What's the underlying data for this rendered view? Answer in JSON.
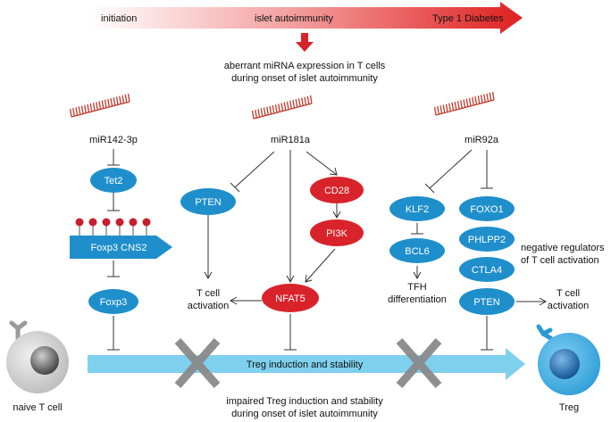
{
  "timeline": {
    "initiation": "initiation",
    "islet": "islet autoimmunity",
    "t1d": "Type 1 Diabetes"
  },
  "aberrant": {
    "line1": "aberrant miRNA expression in T cells",
    "line2": "during onset of islet autoimmunity"
  },
  "mirnas": {
    "mir142": "miR142-3p",
    "mir181": "miR181a",
    "mir92": "miR92a"
  },
  "nodes": {
    "tet2": "Tet2",
    "foxp3_cns2": "Foxp3 CNS2",
    "foxp3": "Foxp3",
    "pten_left": "PTEN",
    "cd28": "CD28",
    "pi3k": "PI3K",
    "nfat5": "NFAT5",
    "klf2": "KLF2",
    "bcl6": "BCL6",
    "foxo1": "FOXO1",
    "phlpp2": "PHLPP2",
    "ctla4": "CTLA4",
    "pten_right": "PTEN"
  },
  "outcomes": {
    "tcell_act_left_1": "T cell",
    "tcell_act_left_2": "activation",
    "tfh_1": "TFH",
    "tfh_2": "differentiation",
    "neg_reg_1": "negative regulators",
    "neg_reg_2": "of T cell activation",
    "tcell_act_right_1": "T cell",
    "tcell_act_right_2": "activation"
  },
  "bottom": {
    "treg_bar": "Treg induction and stability",
    "impaired_1": "impaired Treg induction and stability",
    "impaired_2": "during onset of islet autoimmunity",
    "naive": "naive T cell",
    "treg": "Treg"
  },
  "colors": {
    "blue_node": "#1f8fcc",
    "red_node": "#d9232a",
    "mirna_red": "#c0392b",
    "bar_blue": "#7fd0ee",
    "cross_gray": "#8a8a8a"
  }
}
